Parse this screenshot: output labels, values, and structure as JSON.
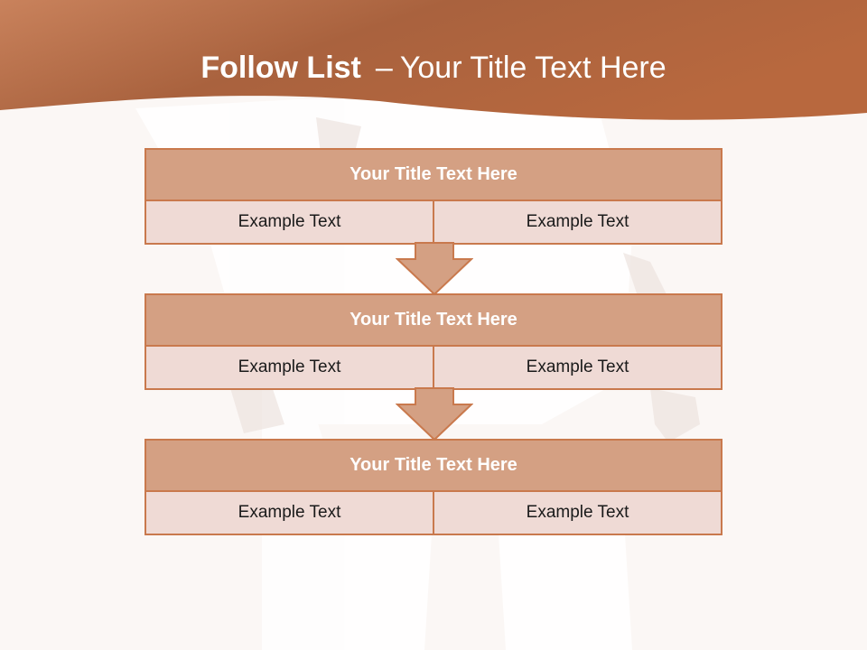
{
  "slide": {
    "title_bold": "Follow List",
    "title_separator": "–",
    "title_rest": "Your Title Text Here"
  },
  "colors": {
    "header_band": "#b96a42",
    "block_border": "#c9794d",
    "block_header_fill": "#d4a083",
    "block_cell_fill": "#efdad5",
    "background": "#fbf7f5"
  },
  "blocks": [
    {
      "title": "Your Title Text Here",
      "left_text": "Example Text",
      "right_text": "Example Text"
    },
    {
      "title": "Your Title Text Here",
      "left_text": "Example Text",
      "right_text": "Example Text"
    },
    {
      "title": "Your Title Text Here",
      "left_text": "Example Text",
      "right_text": "Example Text"
    }
  ],
  "icons": {
    "arrow": "down-arrow-icon"
  }
}
